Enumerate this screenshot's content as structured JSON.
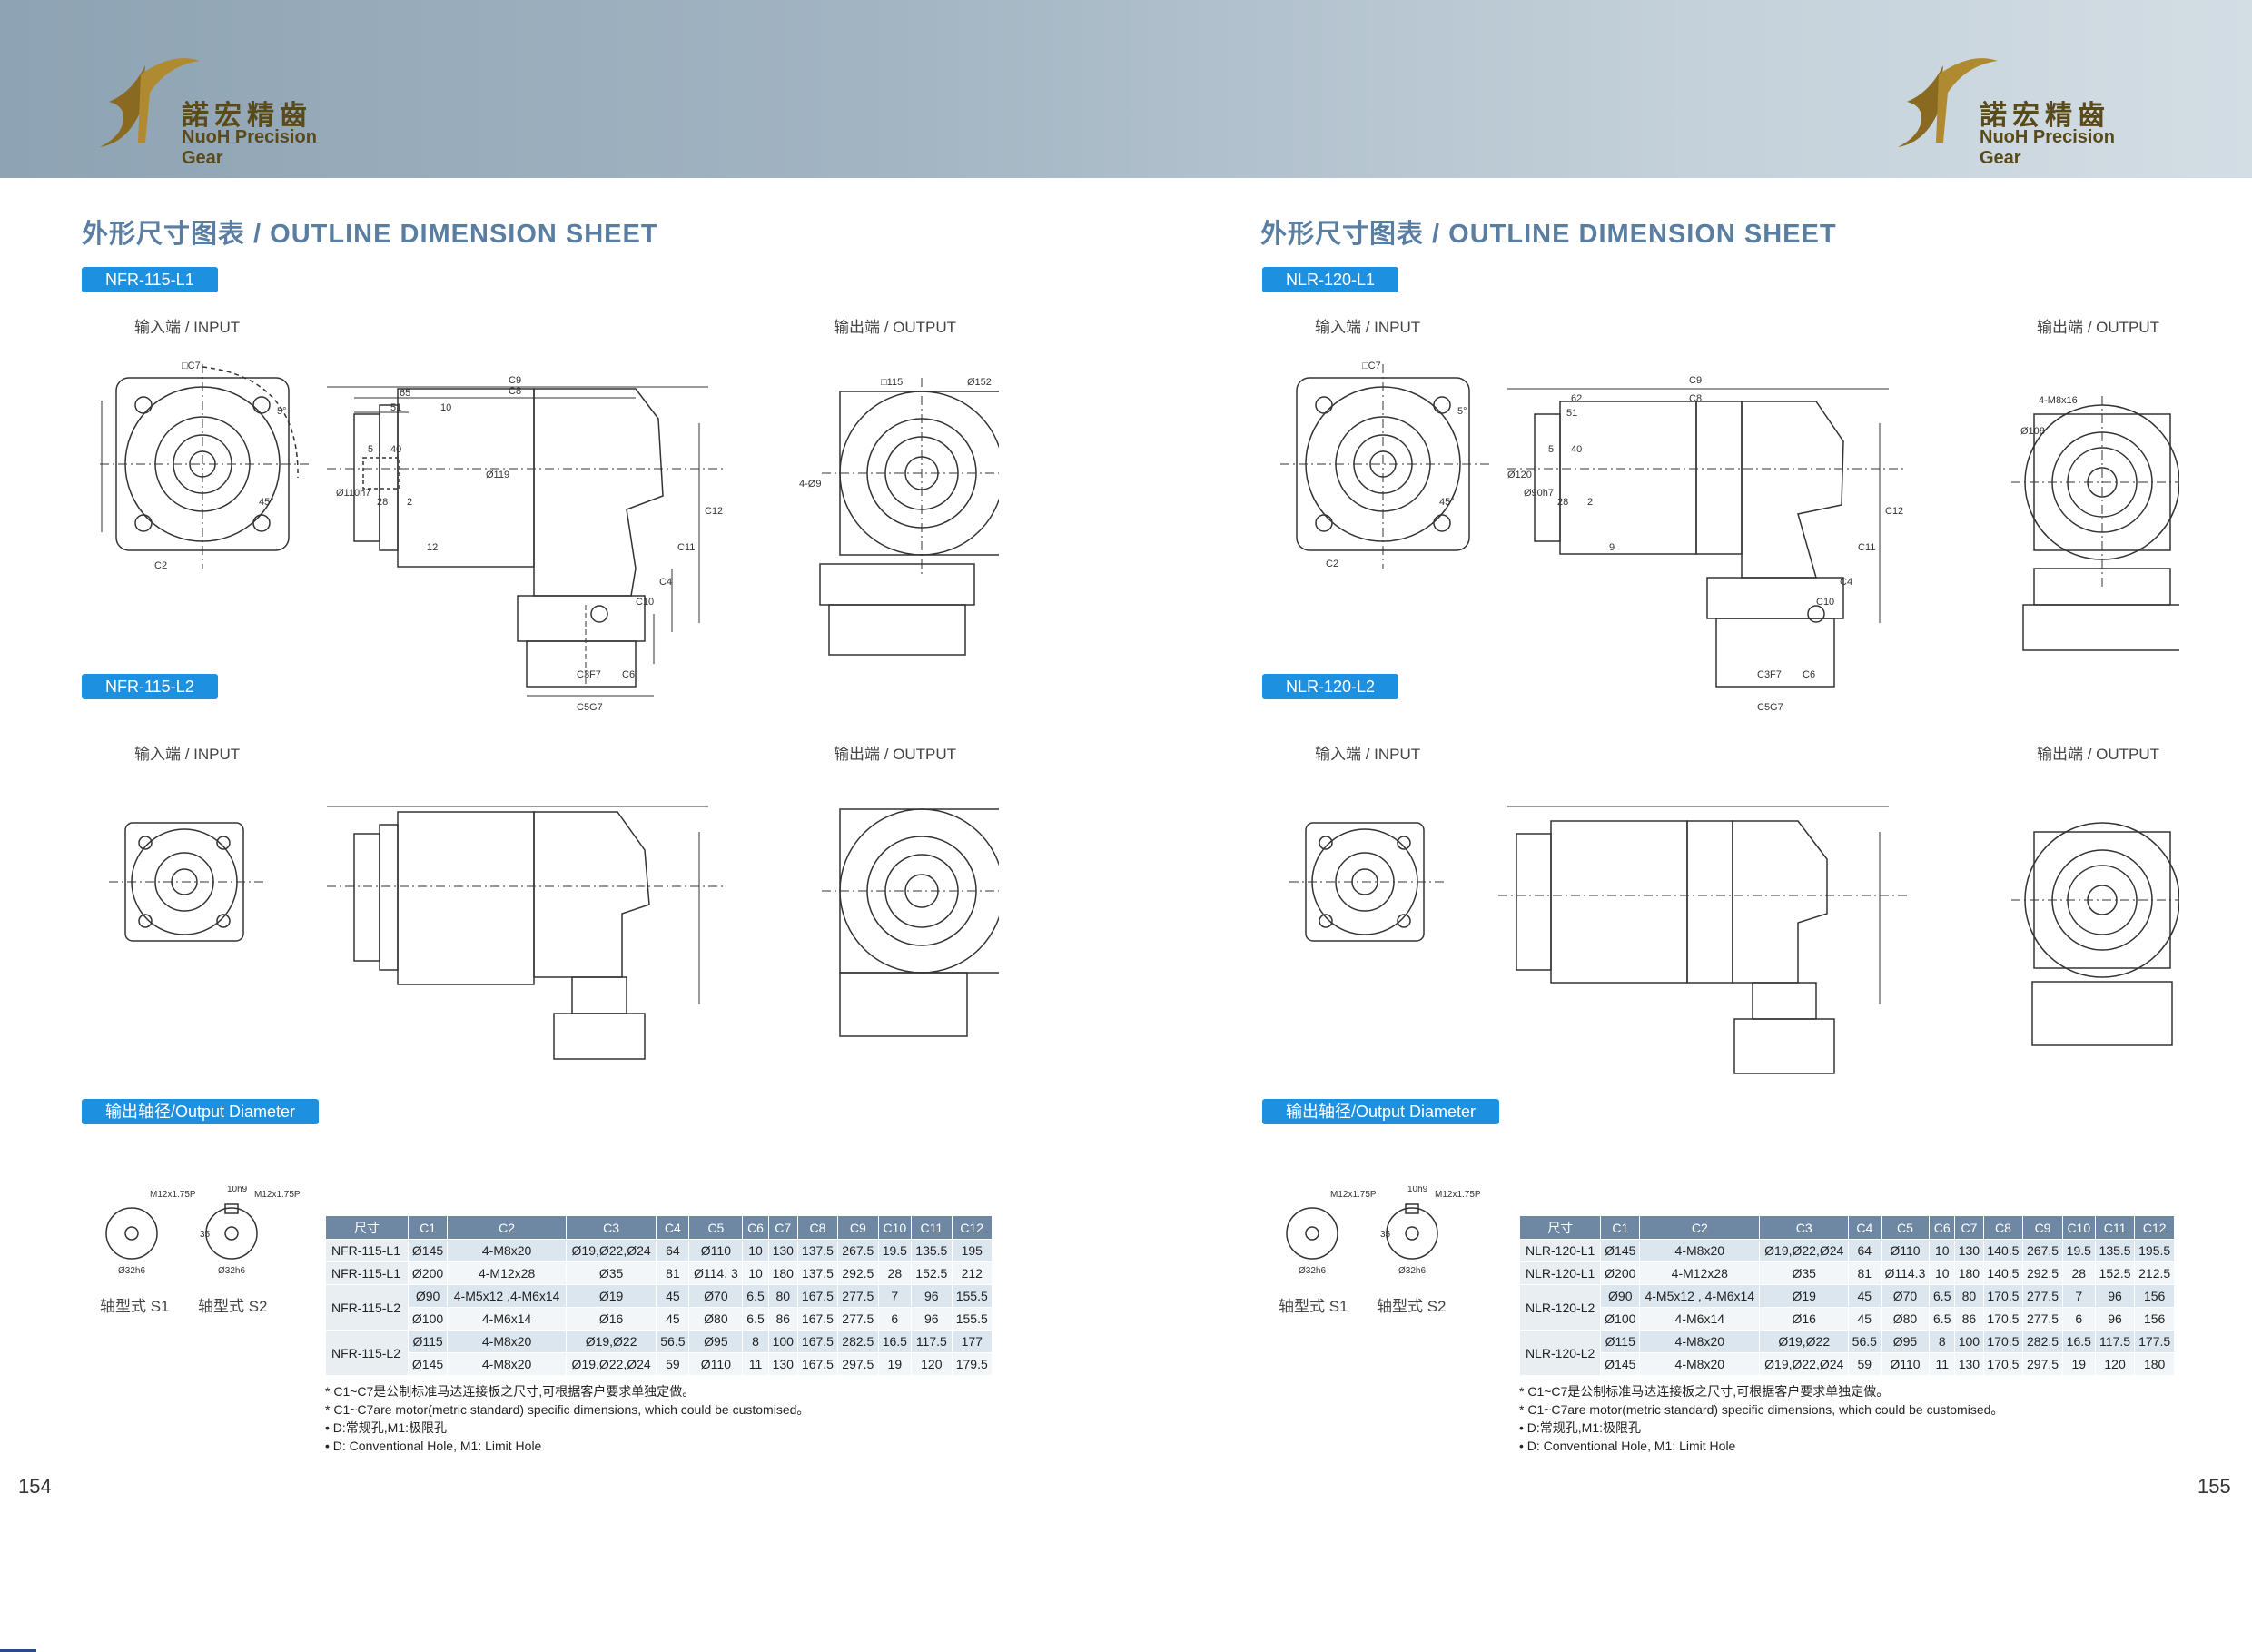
{
  "brand": {
    "cn": "諾宏精齒",
    "en": "NuoH Precision Gear"
  },
  "left": {
    "title": "外形尺寸图表 / OUTLINE DIMENSION SHEET",
    "model1": "NFR-115-L1",
    "model2": "NFR-115-L2",
    "input_label": "输入端 / INPUT",
    "output_label": "输出端 / OUTPUT",
    "shaft_tag": "输出轴径/Output Diameter",
    "shaft_s1": "轴型式 S1",
    "shaft_s2": "轴型式 S2",
    "page": "154"
  },
  "right": {
    "title": "外形尺寸图表 / OUTLINE DIMENSION SHEET",
    "model1": "NLR-120-L1",
    "model2": "NLR-120-L2",
    "input_label": "输入端 / INPUT",
    "output_label": "输出端 / OUTPUT",
    "shaft_tag": "输出轴径/Output Diameter",
    "shaft_s1": "轴型式 S1",
    "shaft_s2": "轴型式 S2",
    "page": "155"
  },
  "table_headers": [
    "尺寸",
    "C1",
    "C2",
    "C3",
    "C4",
    "C5",
    "C6",
    "C7",
    "C8",
    "C9",
    "C10",
    "C11",
    "C12"
  ],
  "left_table": [
    [
      "NFR-115-L1",
      "Ø145",
      "4-M8x20",
      "Ø19,Ø22,Ø24",
      "64",
      "Ø110",
      "10",
      "130",
      "137.5",
      "267.5",
      "19.5",
      "135.5",
      "195"
    ],
    [
      "NFR-115-L1",
      "Ø200",
      "4-M12x28",
      "Ø35",
      "81",
      "Ø114. 3",
      "10",
      "180",
      "137.5",
      "292.5",
      "28",
      "152.5",
      "212"
    ],
    [
      "NFR-115-L2",
      "Ø90",
      "4-M5x12 ,4-M6x14",
      "Ø19",
      "45",
      "Ø70",
      "6.5",
      "80",
      "167.5",
      "277.5",
      "7",
      "96",
      "155.5"
    ],
    [
      "",
      "Ø100",
      "4-M6x14",
      "Ø16",
      "45",
      "Ø80",
      "6.5",
      "86",
      "167.5",
      "277.5",
      "6",
      "96",
      "155.5"
    ],
    [
      "NFR-115-L2",
      "Ø115",
      "4-M8x20",
      "Ø19,Ø22",
      "56.5",
      "Ø95",
      "8",
      "100",
      "167.5",
      "282.5",
      "16.5",
      "117.5",
      "177"
    ],
    [
      "",
      "Ø145",
      "4-M8x20",
      "Ø19,Ø22,Ø24",
      "59",
      "Ø110",
      "11",
      "130",
      "167.5",
      "297.5",
      "19",
      "120",
      "179.5"
    ]
  ],
  "right_table": [
    [
      "NLR-120-L1",
      "Ø145",
      "4-M8x20",
      "Ø19,Ø22,Ø24",
      "64",
      "Ø110",
      "10",
      "130",
      "140.5",
      "267.5",
      "19.5",
      "135.5",
      "195.5"
    ],
    [
      "NLR-120-L1",
      "Ø200",
      "4-M12x28",
      "Ø35",
      "81",
      "Ø114.3",
      "10",
      "180",
      "140.5",
      "292.5",
      "28",
      "152.5",
      "212.5"
    ],
    [
      "NLR-120-L2",
      "Ø90",
      "4-M5x12 , 4-M6x14",
      "Ø19",
      "45",
      "Ø70",
      "6.5",
      "80",
      "170.5",
      "277.5",
      "7",
      "96",
      "156"
    ],
    [
      "",
      "Ø100",
      "4-M6x14",
      "Ø16",
      "45",
      "Ø80",
      "6.5",
      "86",
      "170.5",
      "277.5",
      "6",
      "96",
      "156"
    ],
    [
      "NLR-120-L2",
      "Ø115",
      "4-M8x20",
      "Ø19,Ø22",
      "56.5",
      "Ø95",
      "8",
      "100",
      "170.5",
      "282.5",
      "16.5",
      "117.5",
      "177.5"
    ],
    [
      "",
      "Ø145",
      "4-M8x20",
      "Ø19,Ø22,Ø24",
      "59",
      "Ø110",
      "11",
      "130",
      "170.5",
      "297.5",
      "19",
      "120",
      "180"
    ]
  ],
  "notes": [
    "* C1~C7是公制标准马达连接板之尺寸,可根据客户要求单独定做。",
    "* C1~C7are motor(metric standard)  specific dimensions, which could be customised。",
    "• D:常规孔,M1:极限孔",
    "• D: Conventional Hole, M1: Limit Hole"
  ],
  "dims_left": {
    "c7": "□C7",
    "c2": "C2",
    "c9": "C9",
    "c8": "C8",
    "d65": "65",
    "d51": "51",
    "d10": "10",
    "d40": "40",
    "d5": "5",
    "d28": "28",
    "d2": "2",
    "d12": "12",
    "phi110": "Ø110h7",
    "phi119": "Ø119",
    "c12": "C12",
    "c11": "C11",
    "c4": "C4",
    "c10": "C10",
    "c3": "C3F7",
    "c6": "C6",
    "c5": "C5G7",
    "sq115": "□115",
    "phi152": "Ø152",
    "hole": "4-Ø9",
    "a45": "45°",
    "a5": "5°"
  },
  "dims_right": {
    "c7": "□C7",
    "c2": "C2",
    "c9": "C9",
    "c8": "C8",
    "d62": "62",
    "d51": "51",
    "d40": "40",
    "d5": "5",
    "d28": "28",
    "d2": "2",
    "d9": "9",
    "phi120": "Ø120",
    "phi90": "Ø90h7",
    "c12": "C12",
    "c11": "C11",
    "c4": "C4",
    "c10": "C10",
    "c3": "C3F7",
    "c6": "C6",
    "c5": "C5G7",
    "m8": "4-M8x16",
    "phi108": "Ø108",
    "a45": "45°",
    "a5": "5°"
  },
  "shaft_dims": {
    "m12a": "M12x1.75P",
    "m12b": "M12x1.75P",
    "d10": "10h9",
    "d35": "35",
    "phi32a": "Ø32h6",
    "phi32b": "Ø32h6"
  }
}
